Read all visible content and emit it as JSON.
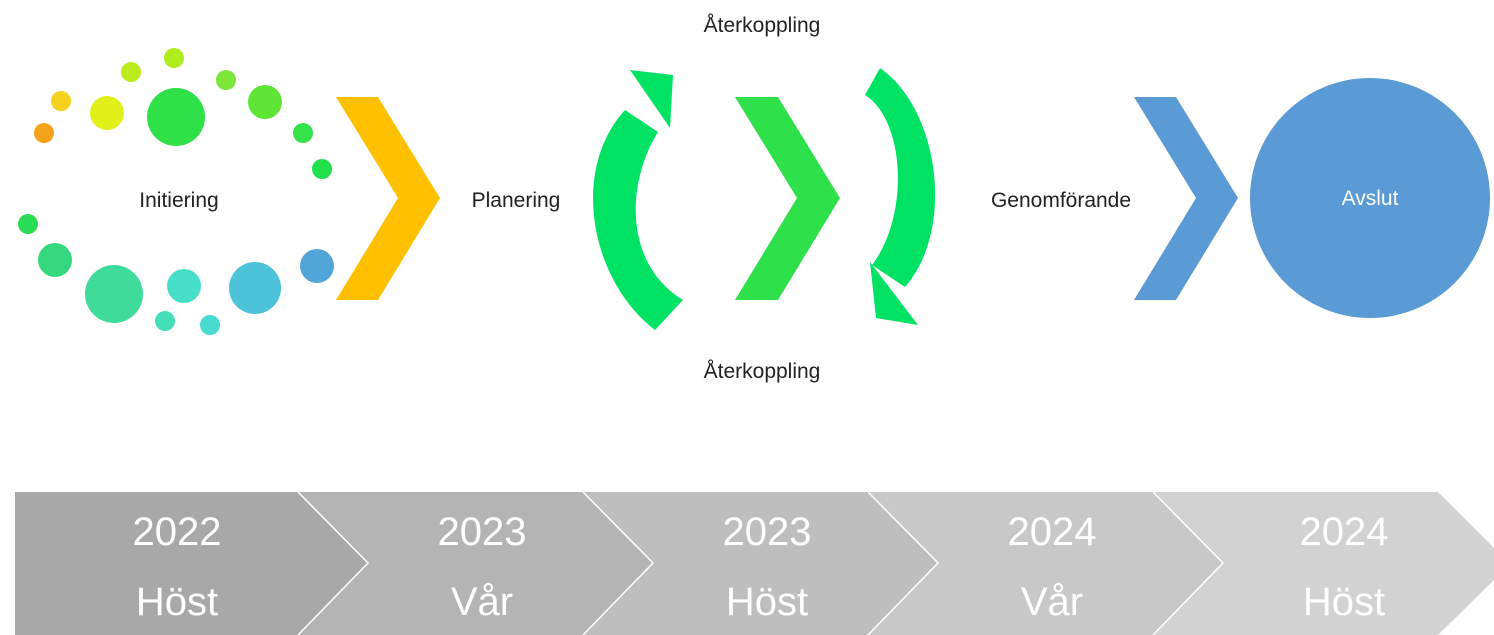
{
  "phases": {
    "initiering": "Initiering",
    "planering": "Planering",
    "feedback_top": "Återkoppling",
    "feedback_bottom": "Återkoppling",
    "genomforande": "Genomförande",
    "avslut": "Avslut"
  },
  "timeline": [
    {
      "year": "2022",
      "season": "Höst"
    },
    {
      "year": "2023",
      "season": "Vår"
    },
    {
      "year": "2023",
      "season": "Höst"
    },
    {
      "year": "2024",
      "season": "Vår"
    },
    {
      "year": "2024",
      "season": "Höst"
    }
  ],
  "colors": {
    "orange_chevron": "#FFC000",
    "green_arrows": "#00E264",
    "green_chevron": "#2EE04A",
    "blue_chevron": "#5B9BD5",
    "blue_circle": "#5B9BD5",
    "timeline_1": "#A8A8A8",
    "timeline_2": "#B4B4B4",
    "timeline_3": "#BEBEBE",
    "timeline_4": "#C8C8C8",
    "timeline_5": "#D2D2D2"
  }
}
